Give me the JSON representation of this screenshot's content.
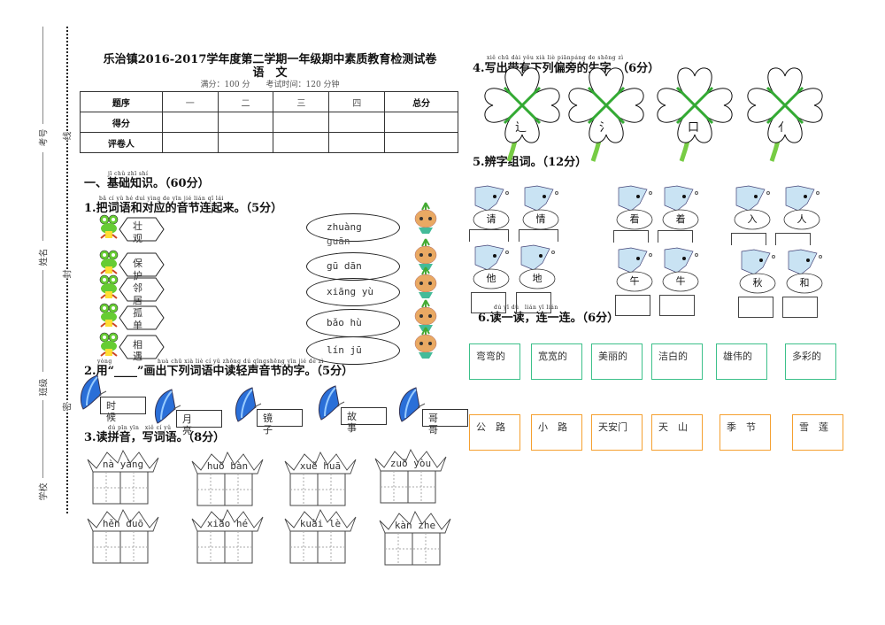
{
  "margin": {
    "labels": [
      "考号",
      "姓名",
      "班级",
      "学校"
    ],
    "seal_chars": [
      "线",
      "封",
      "密"
    ]
  },
  "header": {
    "title": "乐治镇2016-2017学年度第二学期一年级期中素质教育检测试卷",
    "subject": "语　文",
    "info": "满分：100 分　　考试时间：120 分钟"
  },
  "score_table": {
    "headers": [
      "题序",
      "一",
      "二",
      "三",
      "四",
      "总分"
    ],
    "rows": [
      "得分",
      "评卷人"
    ]
  },
  "section1": {
    "pinyin": "jī chǔ zhī shí",
    "title": "一、基础知识。（60分）"
  },
  "q1": {
    "pinyin": "bǎ cí yǔ hé duì yìng de yīn jié lián qǐ lái",
    "title": "1.把词语和对应的音节连起来。（5分）",
    "words": [
      "壮",
      "观",
      "保",
      "护",
      "邻",
      "居",
      "孤",
      "单",
      "相",
      "遇"
    ],
    "syllables": [
      "zhuàng",
      "guān",
      "gū  dān",
      "xiāng yù",
      "bǎo  hù",
      "lín  jū"
    ]
  },
  "q2": {
    "pinyin_left": "yòng",
    "pinyin": "huà chū xià liè cí yǔ zhōng dú qīngshēng yīn jié de zì",
    "title": "2.用“____”画出下列词语中读轻声音节的字。（5分）",
    "words": [
      "时 候",
      "月 亮",
      "镜 子",
      "故 事",
      "哥 哥"
    ]
  },
  "q3": {
    "pinyin": "dú pīn yīn　xiě cí yǔ",
    "title": "3.读拼音，写词语。（8分）",
    "items": [
      "nà  yàng",
      "huǒ bàn",
      "xuě  huā",
      "zuǒ yòu",
      "hěn  duō",
      "xiǎo  hé",
      "kuài lè",
      "kàn  zhe"
    ]
  },
  "q4": {
    "pinyin": "xiě chū dài yǒu xià liè piānpáng de shēng zì",
    "title": "4.写出带有下列偏旁的生字。（6分）",
    "radicals": [
      "辶",
      "氵",
      "口",
      "亻"
    ]
  },
  "q5": {
    "title": "5.辨字组词。（12分）",
    "pairs": [
      [
        "请",
        "情"
      ],
      [
        "他",
        "地"
      ],
      [
        "看",
        "着"
      ],
      [
        "午",
        "牛"
      ],
      [
        "入",
        "人"
      ],
      [
        "秋",
        "和"
      ]
    ]
  },
  "q6": {
    "pinyin": "dú yī dú　lián yī lián",
    "title": "6.读一读，连一连。（6分）",
    "top": [
      "弯弯的",
      "宽宽的",
      "美丽的",
      "洁白的",
      "雄伟的",
      "多彩的"
    ],
    "bottom": [
      "公　路",
      "小　路",
      "天安门",
      "天　山",
      "季　节",
      "雪　莲"
    ],
    "top_color": "#3cc08a",
    "bottom_color": "#f5a030"
  }
}
